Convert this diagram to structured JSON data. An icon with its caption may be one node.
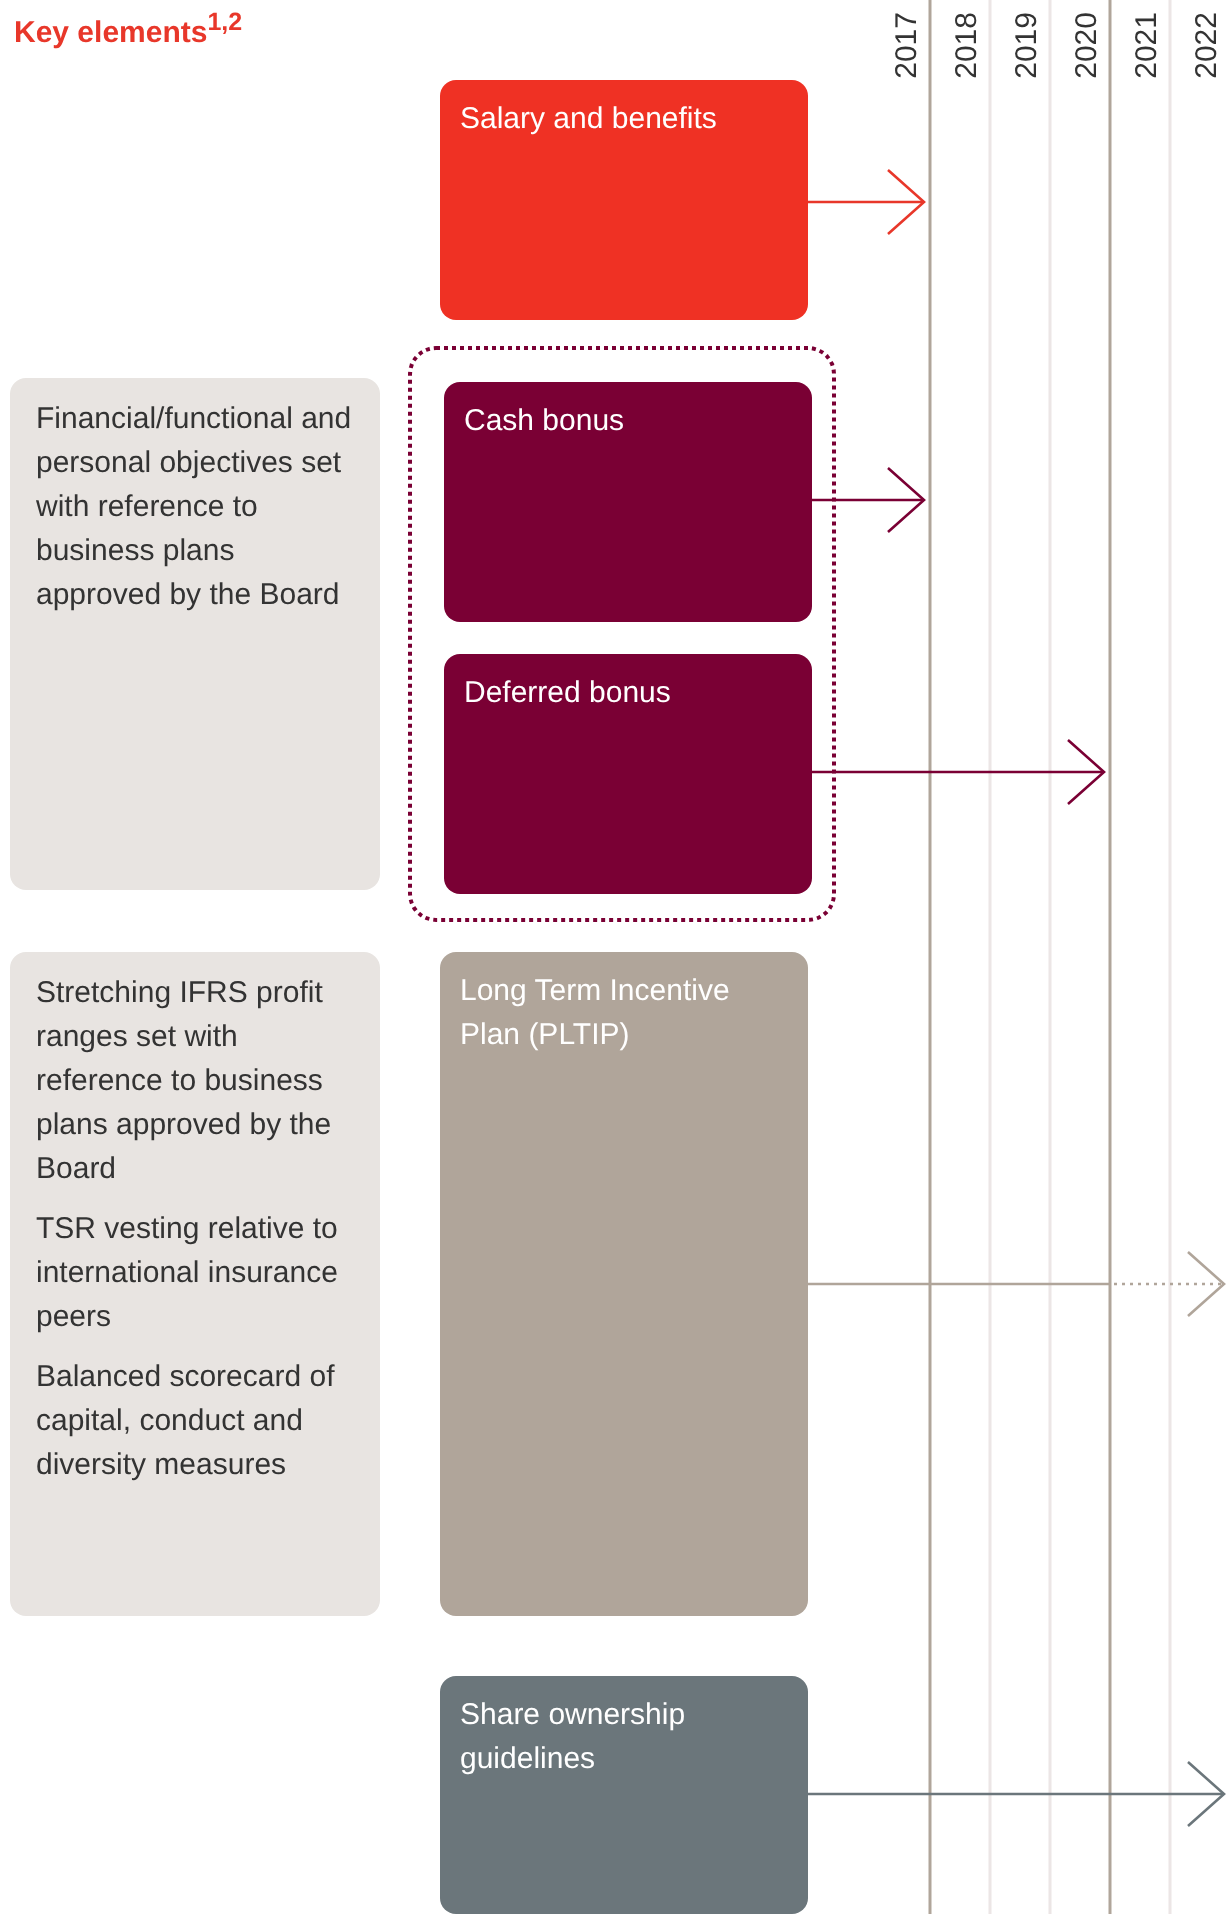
{
  "diagram": {
    "title": "Key elements$^{1,2}$",
    "nodes": [
      {
        "text": [
          "Salary and benefits"
        ]
      },
      {
        "text": [
          "Financial/functional and personal objectives set with reference to business plans approved by the Board"
        ]
      },
      {
        "text": [],
        "shape": "box"
      },
      {
        "text": [
          "Cash bonus"
        ],
        "in": 2
      },
      {
        "text": [
          "Deferred bonus"
        ],
        "in": 2
      },
      {
        "text": [
          "Stretching IFRS profit ranges set with reference to business plans approved by the Board",
          "TSR vesting relative to international insurance peers",
          "Balanced scorecard of capital, conduct and diversity measures"
        ]
      },
      {
        "text": [
          "Long Term Incentive Plan (PLTIP)"
        ]
      },
      {
        "text": [
          "Share ownership guidelines"
        ]
      }
    ],
    "edges": [
      {
        "from": 0,
        "to": null,
        "arrow": "to",
        "color": "#e8372a"
      },
      {
        "from": 3,
        "to": null,
        "arrow": "to",
        "color": "#7a0034"
      },
      {
        "from": 4,
        "to": null,
        "arrow": "to",
        "color": "#7a0034"
      },
      {
        "from": 6,
        "to": null,
        "arrow": "to",
        "style": "dashed",
        "color": "#b0a59a"
      },
      {
        "from": 7,
        "to": null,
        "arrow": "to",
        "color": "#6b767b"
      }
    ],
    "labels": [
      "2017",
      "2018",
      "2019",
      "2020",
      "2021",
      "2022"
    ]
  }
}
